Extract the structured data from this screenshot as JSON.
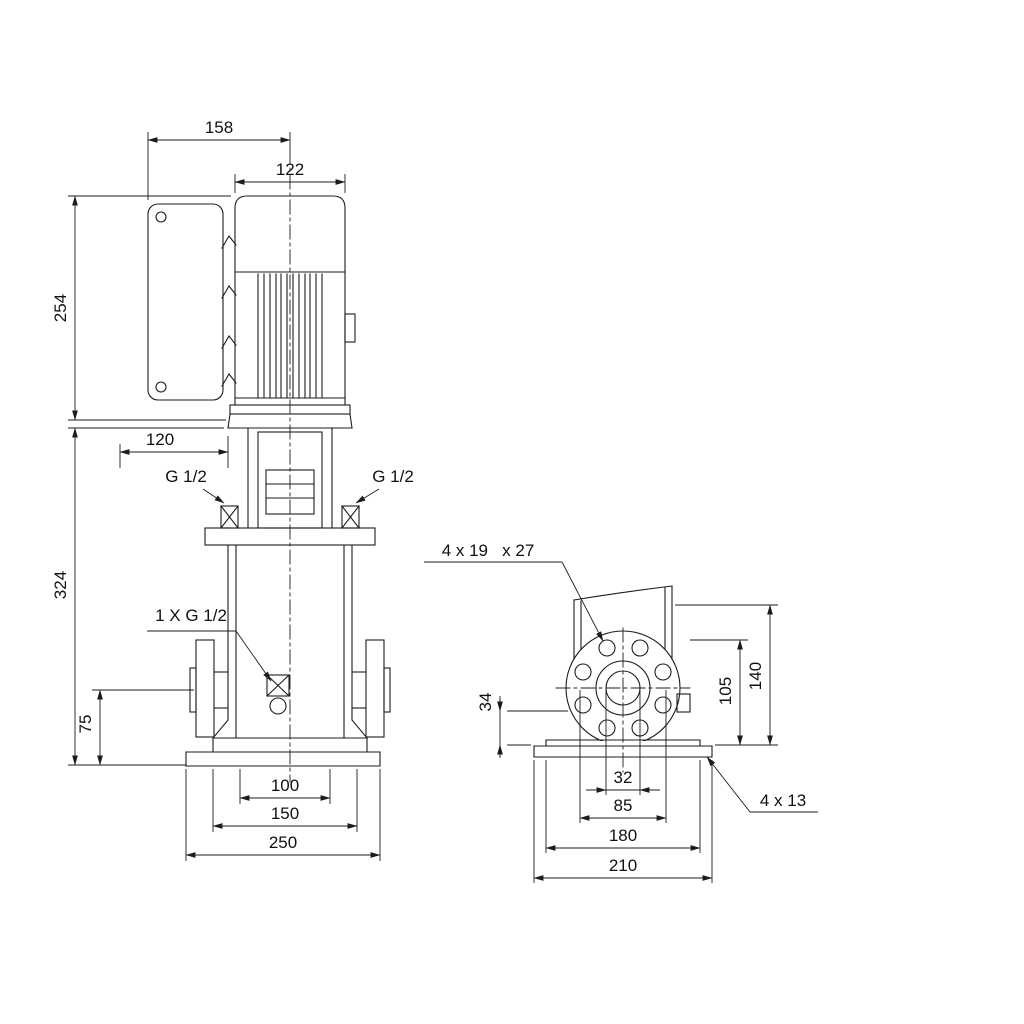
{
  "front": {
    "d158": "158",
    "d122": "122",
    "d254": "254",
    "d120": "120",
    "d324": "324",
    "d75": "75",
    "d100": "100",
    "d150": "150",
    "d250": "250",
    "port_left": "G 1/2",
    "port_right": "G 1/2",
    "drain": "1 X G 1/2"
  },
  "side": {
    "d34": "34",
    "d105": "105",
    "d140": "140",
    "d32": "32",
    "d85": "85",
    "d180": "180",
    "d210": "210",
    "flange_holes": "4 x 19   x 27",
    "base_holes": "4  x  13"
  }
}
